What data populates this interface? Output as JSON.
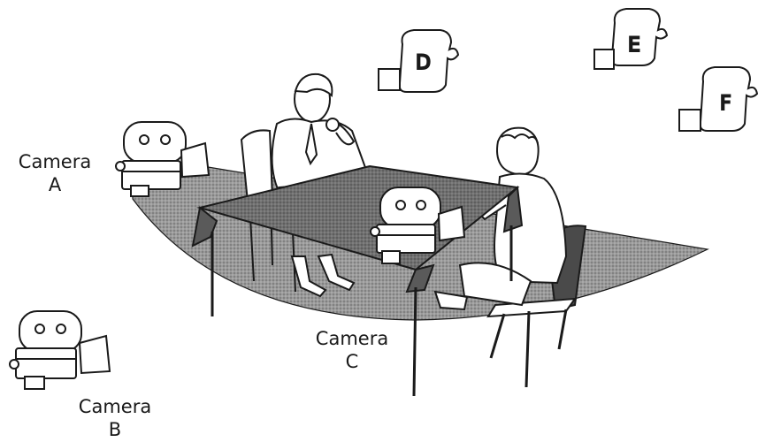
{
  "palette": {
    "ink": "#1a1a1a",
    "floor_shade": "#8c8c8c",
    "table_cloth": "#6e6e6e",
    "paper": "#ffffff"
  },
  "cameras": {
    "a": {
      "name": "Camera",
      "letter": "A"
    },
    "b": {
      "name": "Camera",
      "letter": "B"
    },
    "c": {
      "name": "Camera",
      "letter": "C"
    },
    "d": {
      "letter": "D"
    },
    "e": {
      "letter": "E"
    },
    "f": {
      "letter": "F"
    }
  },
  "icons": [
    "video-camera-icon",
    "camera-outline-icon",
    "table-icon",
    "chair-icon",
    "interviewer-figure",
    "participant-figure"
  ]
}
